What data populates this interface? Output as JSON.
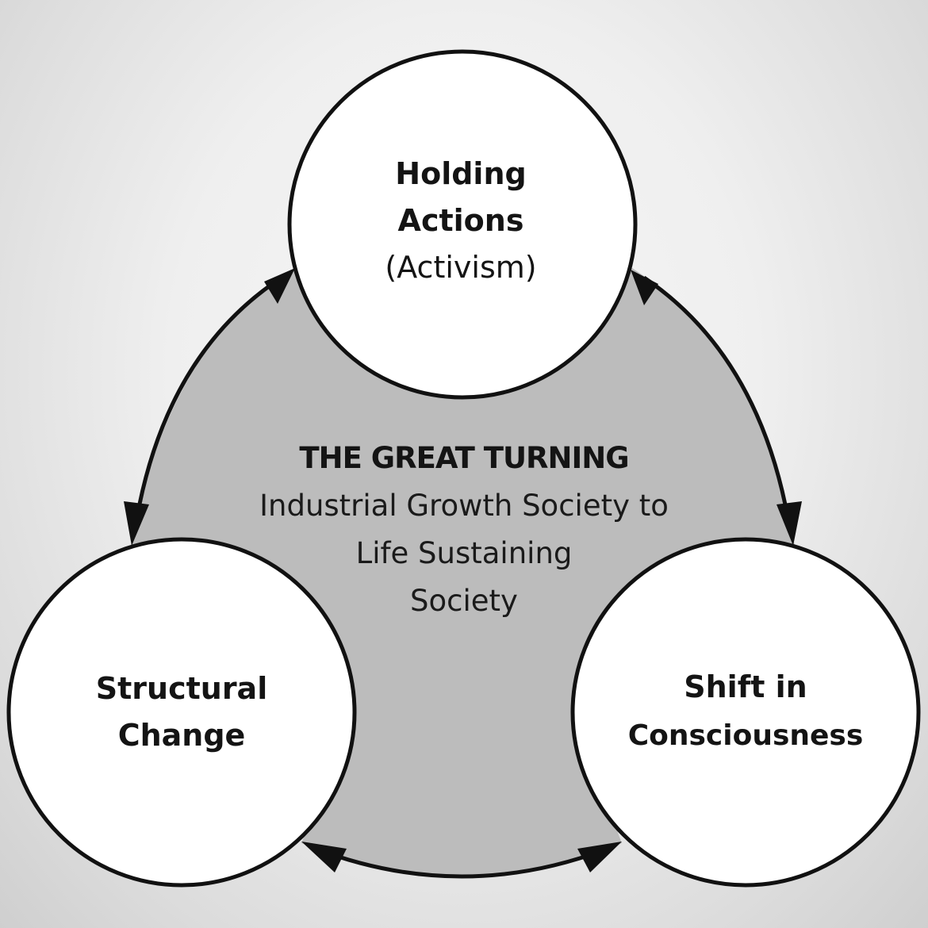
{
  "diagram": {
    "center": {
      "title": "THE GREAT TURNING",
      "subtitle_lines": [
        "Industrial Growth Society to",
        "Life Sustaining",
        "Society"
      ]
    },
    "nodes": [
      {
        "id": "holding-actions",
        "lines": [
          "Holding",
          "Actions"
        ],
        "sub": "(Activism)"
      },
      {
        "id": "structural-change",
        "lines": [
          "Structural",
          "Change"
        ],
        "sub": ""
      },
      {
        "id": "shift-in-consciousness",
        "lines": [
          "Shift in",
          "Consciousness"
        ],
        "sub": ""
      }
    ],
    "connections": [
      {
        "from": "holding-actions",
        "to": "structural-change",
        "type": "bidirectional-arrow"
      },
      {
        "from": "holding-actions",
        "to": "shift-in-consciousness",
        "type": "bidirectional-arrow"
      },
      {
        "from": "structural-change",
        "to": "shift-in-consciousness",
        "type": "bidirectional-arrow"
      }
    ],
    "colors": {
      "center_fill": "#bcbcbc",
      "node_fill": "#ffffff",
      "stroke": "#111111",
      "text": "#141414"
    }
  }
}
